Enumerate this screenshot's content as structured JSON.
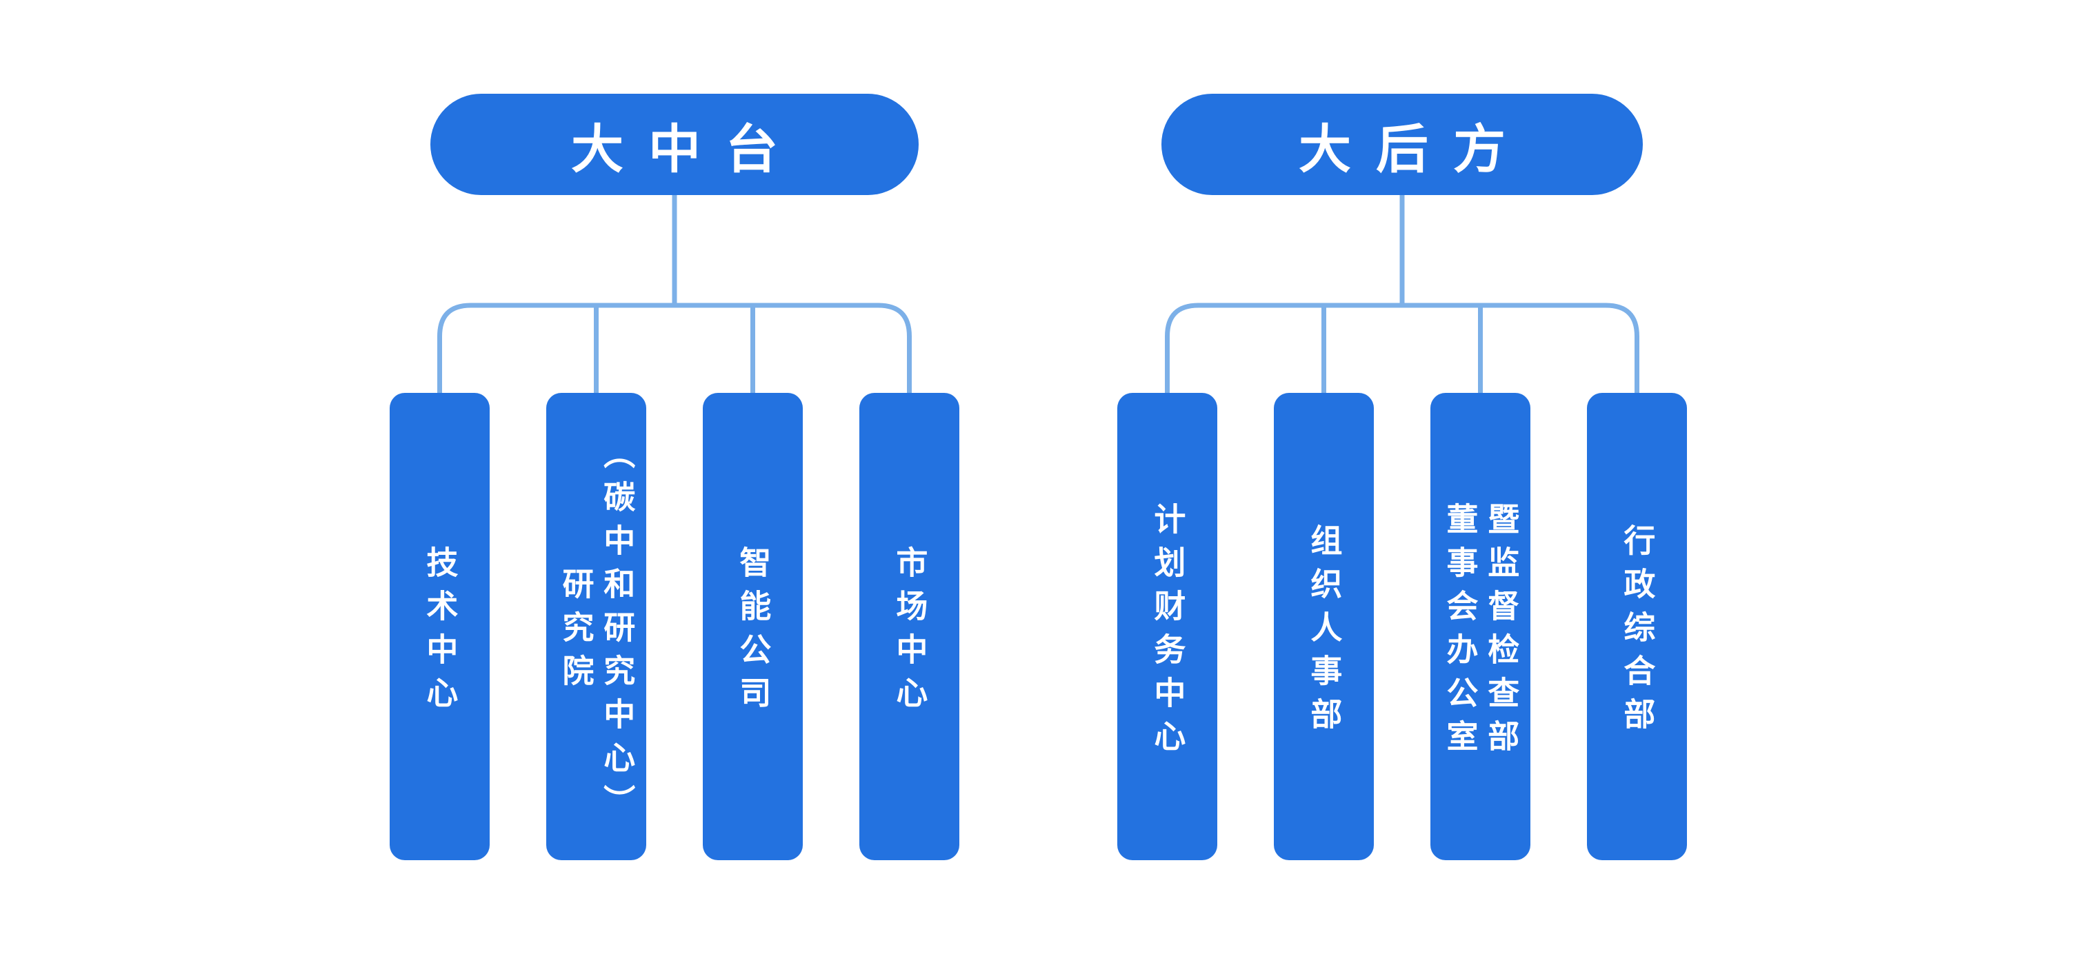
{
  "diagram": {
    "type": "org-chart",
    "colors": {
      "background": "#ffffff",
      "node": "#2372E0",
      "connector": "#7CB0E8",
      "text": "#ffffff"
    },
    "groups": [
      {
        "label": "大中台",
        "children": [
          {
            "lines": [
              "技术中心"
            ]
          },
          {
            "lines": [
              "研究院",
              "（碳中和研究中心）"
            ]
          },
          {
            "lines": [
              "智能公司"
            ]
          },
          {
            "lines": [
              "市场中心"
            ]
          }
        ]
      },
      {
        "label": "大后方",
        "children": [
          {
            "lines": [
              "计划财务中心"
            ]
          },
          {
            "lines": [
              "组织人事部"
            ]
          },
          {
            "lines": [
              "董事会办公室",
              "暨监督检查部"
            ]
          },
          {
            "lines": [
              "行政综合部"
            ]
          }
        ]
      }
    ]
  }
}
